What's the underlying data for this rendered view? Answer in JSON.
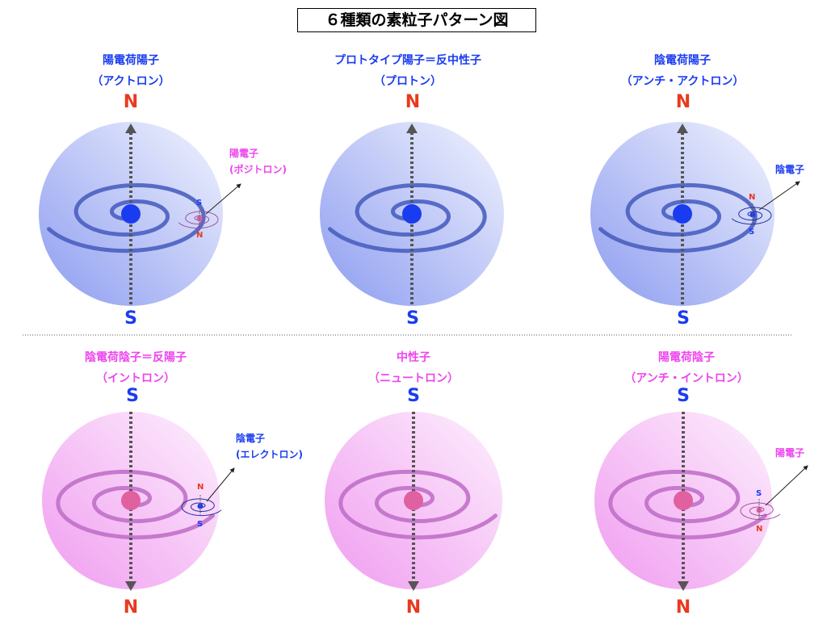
{
  "title": "６種類の素粒子パターン図",
  "colors": {
    "blue_text": "#1a3cf0",
    "pink_text": "#ee44ee",
    "north": "#e8391e",
    "south": "#1a3cf0",
    "axis": "#555555",
    "blue_core": "#1a3cf0",
    "pink_core": "#e060a0",
    "blue_spiral": "#4a5fc0",
    "pink_spiral": "#c070c8"
  },
  "panels": [
    {
      "name": [
        "陽電荷陽子",
        "（アクトロン）"
      ],
      "top_pole": "N",
      "bottom_pole": "S",
      "electron": {
        "label": [
          "陽電子",
          "(ポジトロン)"
        ],
        "top_pole": "S",
        "bottom_pole": "N"
      }
    },
    {
      "name": [
        "プロトタイプ陽子＝反中性子",
        "（プロトン）"
      ],
      "top_pole": "N",
      "bottom_pole": "S"
    },
    {
      "name": [
        "陰電荷陽子",
        "（アンチ・アクトロン）"
      ],
      "top_pole": "N",
      "bottom_pole": "S",
      "electron": {
        "label": [
          "陰電子"
        ],
        "top_pole": "N",
        "bottom_pole": "S"
      }
    },
    {
      "name": [
        "陰電荷陰子＝反陽子",
        "（イントロン）"
      ],
      "top_pole": "S",
      "bottom_pole": "N",
      "electron": {
        "label": [
          "陰電子",
          "(エレクトロン)"
        ],
        "top_pole": "N",
        "bottom_pole": "S"
      }
    },
    {
      "name": [
        "中性子",
        "（ニュートロン）"
      ],
      "top_pole": "S",
      "bottom_pole": "N"
    },
    {
      "name": [
        "陽電荷陰子",
        "（アンチ・イントロン）"
      ],
      "top_pole": "S",
      "bottom_pole": "N",
      "electron": {
        "label": [
          "陽電子"
        ],
        "top_pole": "S",
        "bottom_pole": "N"
      }
    }
  ]
}
